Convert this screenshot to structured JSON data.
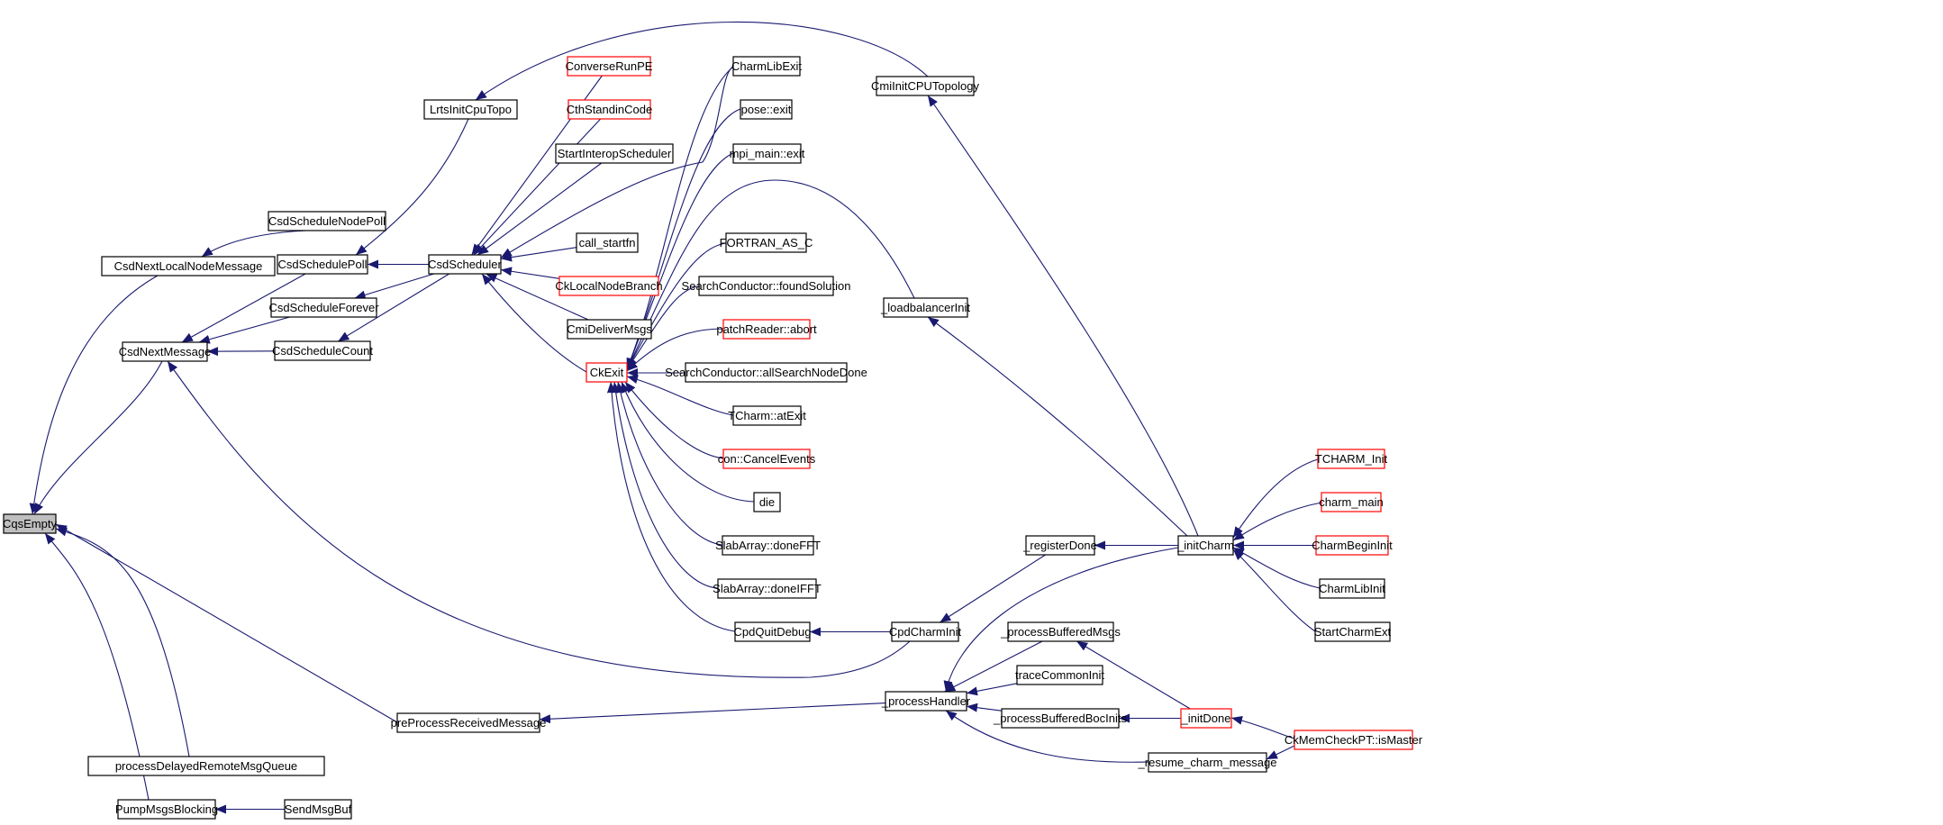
{
  "graph": {
    "edge_color": "#191970",
    "node_border_default": "#000000",
    "node_border_incomplete": "#ff0000",
    "selected_fill": "#bfbfbf",
    "nodes": [
      {
        "id": "CqsEmpty",
        "label": "CqsEmpty",
        "border": "black",
        "selected": true
      },
      {
        "id": "CsdNextLocalNodeMessage",
        "label": "CsdNextLocalNodeMessage",
        "border": "black"
      },
      {
        "id": "CsdNextMessage",
        "label": "CsdNextMessage",
        "border": "black"
      },
      {
        "id": "processDelayedRemoteMsgQueue",
        "label": "processDelayedRemoteMsgQueue",
        "border": "black"
      },
      {
        "id": "PumpMsgsBlocking",
        "label": "PumpMsgsBlocking",
        "border": "black"
      },
      {
        "id": "SendMsgBuf",
        "label": "SendMsgBuf",
        "border": "black"
      },
      {
        "id": "CsdScheduleNodePoll",
        "label": "CsdScheduleNodePoll",
        "border": "black"
      },
      {
        "id": "CsdSchedulePoll",
        "label": "CsdSchedulePoll",
        "border": "black"
      },
      {
        "id": "CsdScheduleForever",
        "label": "CsdScheduleForever",
        "border": "black"
      },
      {
        "id": "CsdScheduleCount",
        "label": "CsdScheduleCount",
        "border": "black"
      },
      {
        "id": "LrtsInitCpuTopo",
        "label": "LrtsInitCpuTopo",
        "border": "black"
      },
      {
        "id": "CsdScheduler",
        "label": "CsdScheduler",
        "border": "black"
      },
      {
        "id": "preProcessReceivedMessage",
        "label": "preProcessReceivedMessage",
        "border": "black"
      },
      {
        "id": "ConverseRunPE",
        "label": "ConverseRunPE",
        "border": "red"
      },
      {
        "id": "CthStandinCode",
        "label": "CthStandinCode",
        "border": "red"
      },
      {
        "id": "StartInteropScheduler",
        "label": "StartInteropScheduler",
        "border": "black"
      },
      {
        "id": "call_startfn",
        "label": "call_startfn",
        "border": "black"
      },
      {
        "id": "CkLocalNodeBranch",
        "label": "CkLocalNodeBranch",
        "border": "red"
      },
      {
        "id": "CmiDeliverMsgs",
        "label": "CmiDeliverMsgs",
        "border": "black"
      },
      {
        "id": "CkExit",
        "label": "CkExit",
        "border": "red"
      },
      {
        "id": "CharmLibExit",
        "label": "CharmLibExit",
        "border": "black"
      },
      {
        "id": "pose_exit",
        "label": "pose::exit",
        "border": "black"
      },
      {
        "id": "mpi_main_exit",
        "label": "mpi_main::exit",
        "border": "black"
      },
      {
        "id": "FORTRAN_AS_C",
        "label": "FORTRAN_AS_C",
        "border": "black"
      },
      {
        "id": "SC_foundSolution",
        "label": "SearchConductor::foundSolution",
        "border": "black"
      },
      {
        "id": "patchReader_abort",
        "label": "patchReader::abort",
        "border": "red"
      },
      {
        "id": "SC_allSearchNodeDone",
        "label": "SearchConductor::allSearchNodeDone",
        "border": "black"
      },
      {
        "id": "TCharm_atExit",
        "label": "TCharm::atExit",
        "border": "black"
      },
      {
        "id": "con_CancelEvents",
        "label": "con::CancelEvents",
        "border": "red"
      },
      {
        "id": "die",
        "label": "die",
        "border": "black"
      },
      {
        "id": "SlabArray_doneFFT",
        "label": "SlabArray::doneFFT",
        "border": "black"
      },
      {
        "id": "SlabArray_doneIFFT",
        "label": "SlabArray::doneIFFT",
        "border": "black"
      },
      {
        "id": "CpdQuitDebug",
        "label": "CpdQuitDebug",
        "border": "black"
      },
      {
        "id": "CmiInitCPUTopology",
        "label": "CmiInitCPUTopology",
        "border": "black"
      },
      {
        "id": "_loadbalancerInit",
        "label": "_loadbalancerInit",
        "border": "black"
      },
      {
        "id": "_registerDone",
        "label": "_registerDone",
        "border": "black"
      },
      {
        "id": "CpdCharmInit",
        "label": "CpdCharmInit",
        "border": "black"
      },
      {
        "id": "_processBufferedMsgs",
        "label": "_processBufferedMsgs",
        "border": "black"
      },
      {
        "id": "_processHandler",
        "label": "_processHandler",
        "border": "black"
      },
      {
        "id": "traceCommonInit",
        "label": "traceCommonInit",
        "border": "black"
      },
      {
        "id": "_processBufferedBocInits",
        "label": "_processBufferedBocInits",
        "border": "black"
      },
      {
        "id": "_resume_charm_message",
        "label": "_resume_charm_message",
        "border": "black"
      },
      {
        "id": "_initCharm",
        "label": "_initCharm",
        "border": "black"
      },
      {
        "id": "_initDone",
        "label": "_initDone",
        "border": "red"
      },
      {
        "id": "TCHARM_Init",
        "label": "TCHARM_Init",
        "border": "red"
      },
      {
        "id": "charm_main",
        "label": "charm_main",
        "border": "red"
      },
      {
        "id": "CharmBeginInit",
        "label": "CharmBeginInit",
        "border": "red"
      },
      {
        "id": "CharmLibInit",
        "label": "CharmLibInit",
        "border": "black"
      },
      {
        "id": "StartCharmExt",
        "label": "StartCharmExt",
        "border": "black"
      },
      {
        "id": "CkMemCheckPT_isMaster",
        "label": "CkMemCheckPT::isMaster",
        "border": "red"
      }
    ],
    "edges": [
      [
        "CqsEmpty",
        "CsdNextLocalNodeMessage"
      ],
      [
        "CqsEmpty",
        "CsdNextMessage"
      ],
      [
        "CqsEmpty",
        "preProcessReceivedMessage"
      ],
      [
        "CqsEmpty",
        "processDelayedRemoteMsgQueue"
      ],
      [
        "CqsEmpty",
        "PumpMsgsBlocking"
      ],
      [
        "PumpMsgsBlocking",
        "SendMsgBuf"
      ],
      [
        "CsdNextLocalNodeMessage",
        "CsdScheduleNodePoll"
      ],
      [
        "CsdNextMessage",
        "CsdSchedulePoll"
      ],
      [
        "CsdNextMessage",
        "CsdScheduleForever"
      ],
      [
        "CsdNextMessage",
        "CsdScheduleCount"
      ],
      [
        "CsdNextMessage",
        "CpdCharmInit"
      ],
      [
        "CsdSchedulePoll",
        "LrtsInitCpuTopo"
      ],
      [
        "CsdSchedulePoll",
        "CsdScheduler"
      ],
      [
        "CsdScheduleForever",
        "CsdScheduler"
      ],
      [
        "CsdScheduleCount",
        "CsdScheduler"
      ],
      [
        "LrtsInitCpuTopo",
        "CmiInitCPUTopology"
      ],
      [
        "CsdScheduler",
        "ConverseRunPE"
      ],
      [
        "CsdScheduler",
        "CthStandinCode"
      ],
      [
        "CsdScheduler",
        "StartInteropScheduler"
      ],
      [
        "CsdScheduler",
        "CharmLibExit"
      ],
      [
        "CsdScheduler",
        "call_startfn"
      ],
      [
        "CsdScheduler",
        "CkLocalNodeBranch"
      ],
      [
        "CsdScheduler",
        "CmiDeliverMsgs"
      ],
      [
        "CsdScheduler",
        "CkExit"
      ],
      [
        "CkExit",
        "CharmLibExit"
      ],
      [
        "CkExit",
        "pose_exit"
      ],
      [
        "CkExit",
        "mpi_main_exit"
      ],
      [
        "CkExit",
        "_loadbalancerInit"
      ],
      [
        "CkExit",
        "FORTRAN_AS_C"
      ],
      [
        "CkExit",
        "SC_foundSolution"
      ],
      [
        "CkExit",
        "patchReader_abort"
      ],
      [
        "CkExit",
        "SC_allSearchNodeDone"
      ],
      [
        "CkExit",
        "TCharm_atExit"
      ],
      [
        "CkExit",
        "con_CancelEvents"
      ],
      [
        "CkExit",
        "die"
      ],
      [
        "CkExit",
        "SlabArray_doneFFT"
      ],
      [
        "CkExit",
        "SlabArray_doneIFFT"
      ],
      [
        "CkExit",
        "CpdQuitDebug"
      ],
      [
        "CpdQuitDebug",
        "CpdCharmInit"
      ],
      [
        "CmiInitCPUTopology",
        "_initCharm"
      ],
      [
        "_loadbalancerInit",
        "_initCharm"
      ],
      [
        "CpdCharmInit",
        "_registerDone"
      ],
      [
        "_registerDone",
        "_initCharm"
      ],
      [
        "preProcessReceivedMessage",
        "_processHandler"
      ],
      [
        "_processHandler",
        "_initCharm"
      ],
      [
        "_processHandler",
        "_processBufferedMsgs"
      ],
      [
        "_processHandler",
        "traceCommonInit"
      ],
      [
        "_processHandler",
        "_processBufferedBocInits"
      ],
      [
        "_processHandler",
        "_resume_charm_message"
      ],
      [
        "_processBufferedMsgs",
        "_initDone"
      ],
      [
        "_processBufferedBocInits",
        "_initDone"
      ],
      [
        "_initDone",
        "CkMemCheckPT_isMaster"
      ],
      [
        "_resume_charm_message",
        "CkMemCheckPT_isMaster"
      ],
      [
        "_initCharm",
        "TCHARM_Init"
      ],
      [
        "_initCharm",
        "charm_main"
      ],
      [
        "_initCharm",
        "CharmBeginInit"
      ],
      [
        "_initCharm",
        "CharmLibInit"
      ],
      [
        "_initCharm",
        "StartCharmExt"
      ]
    ]
  }
}
